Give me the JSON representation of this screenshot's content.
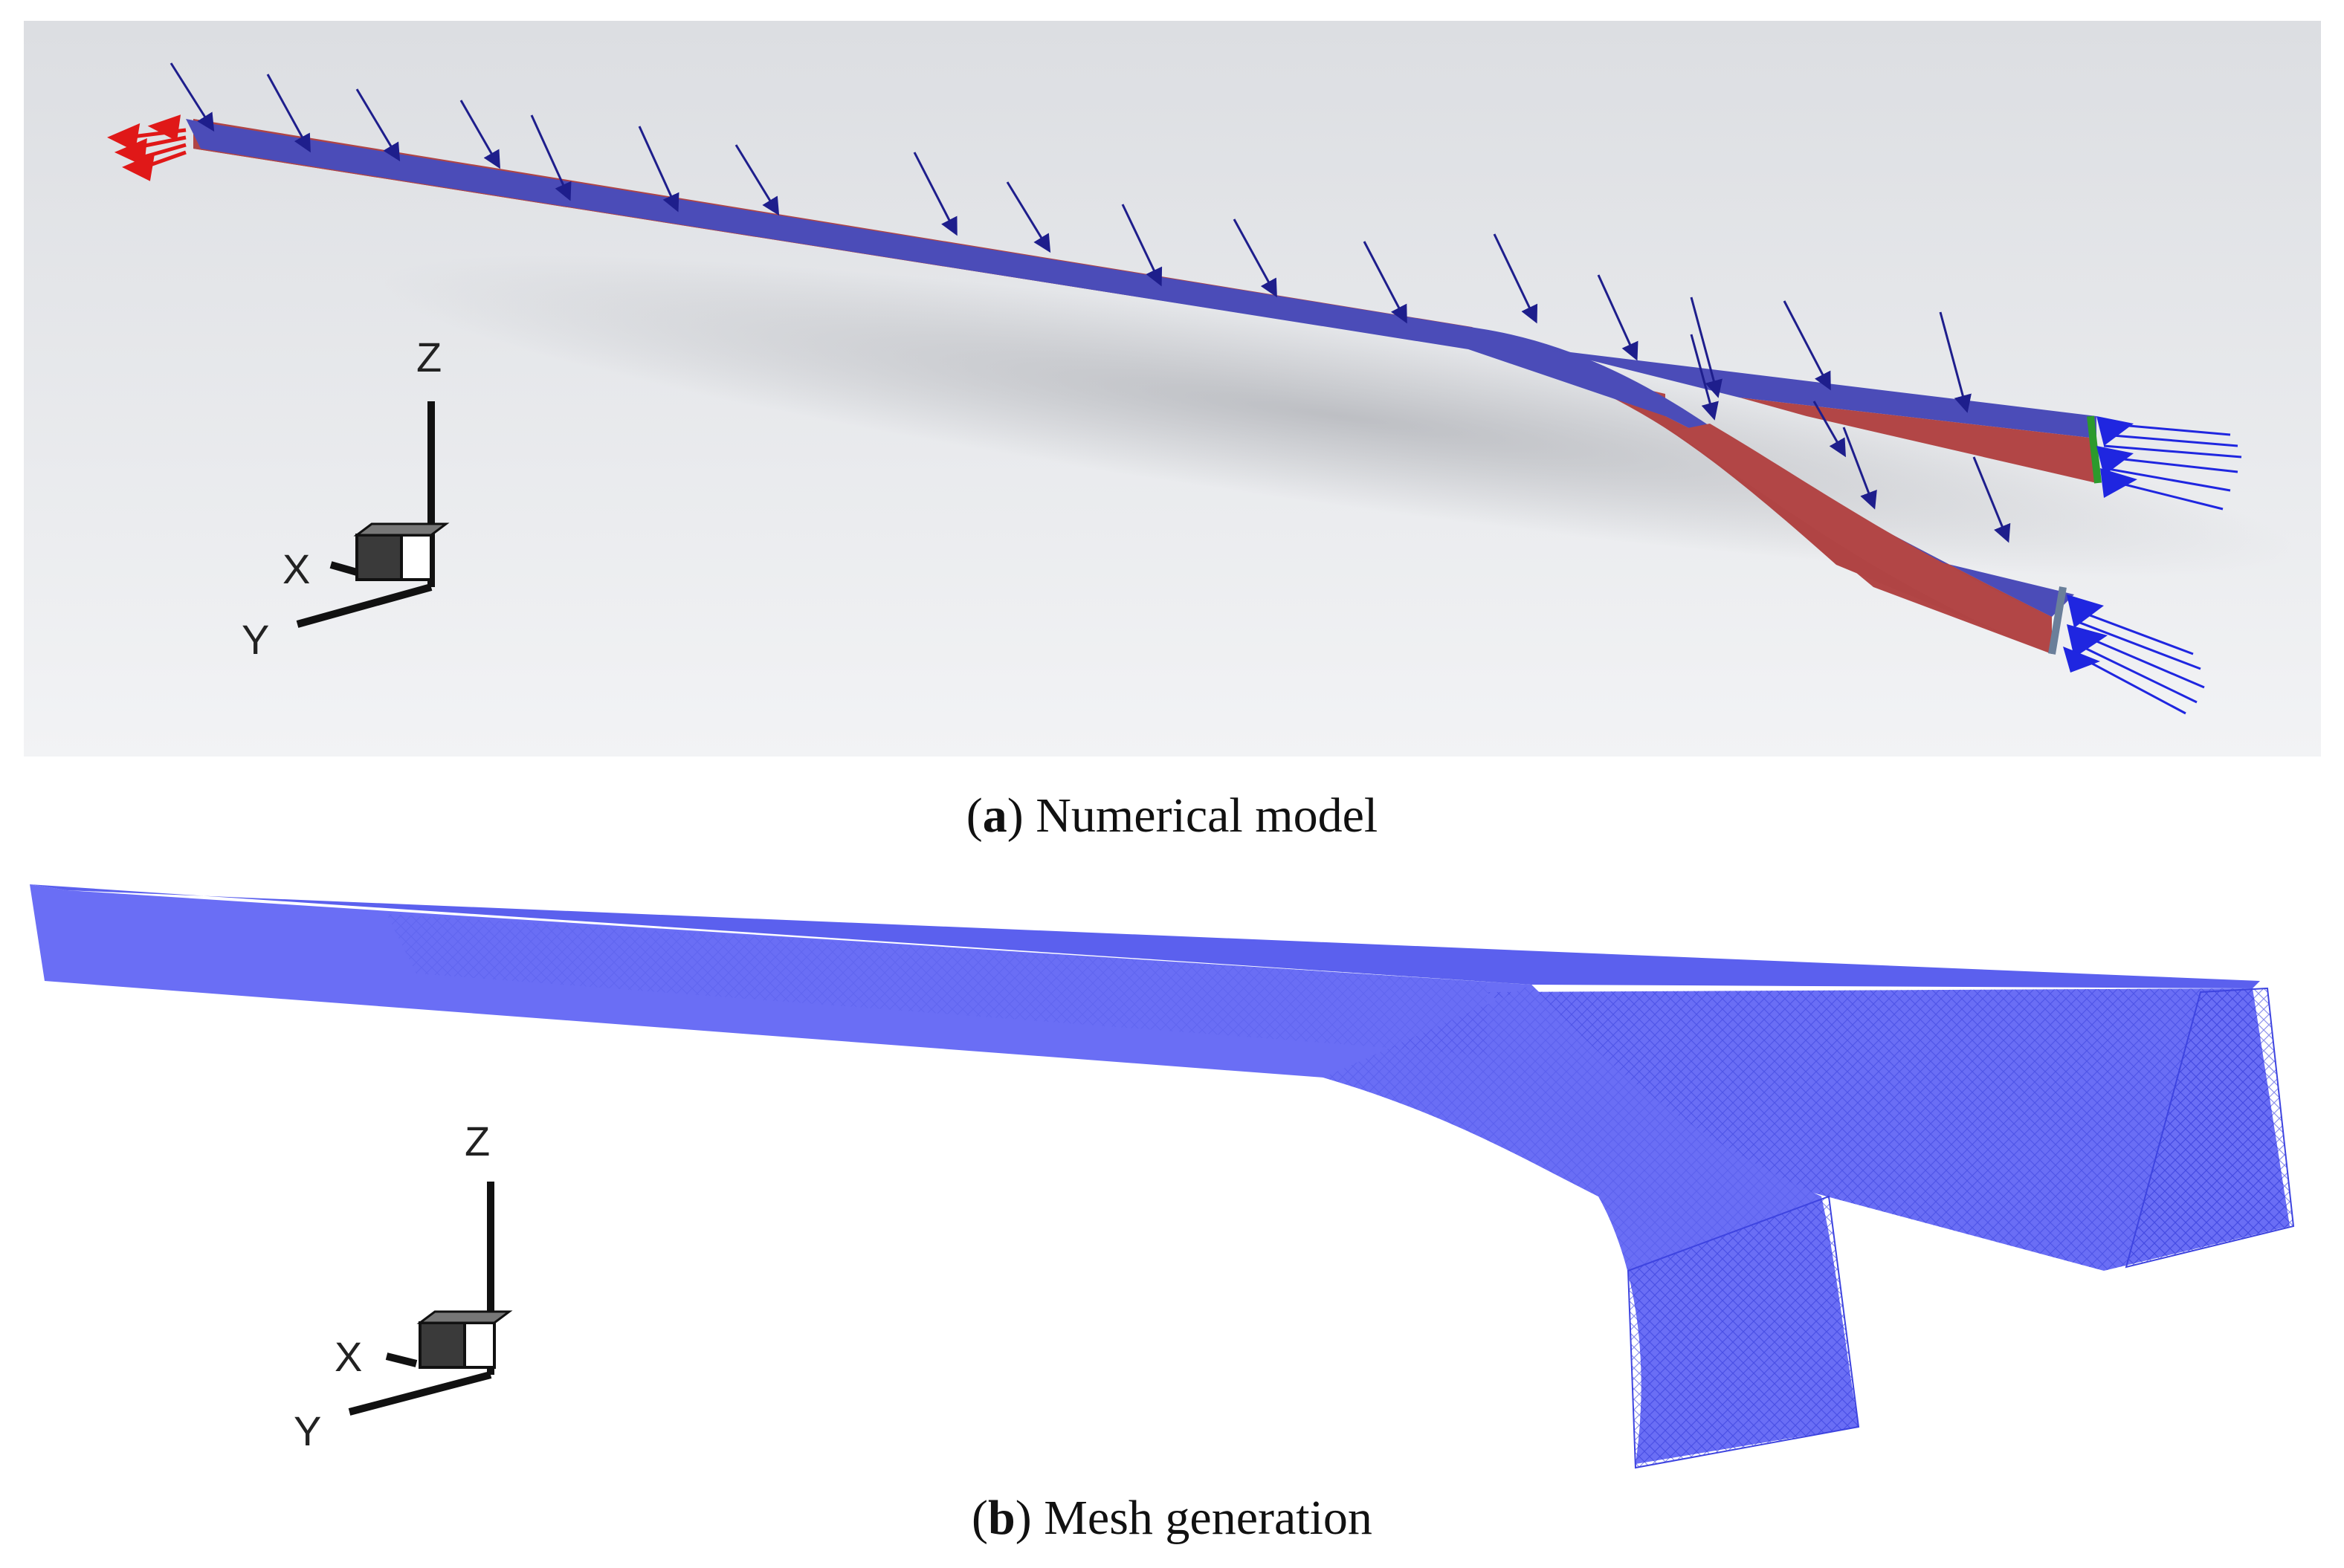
{
  "panels": [
    {
      "id": "a",
      "caption_letter": "a",
      "caption_text": "Numerical model",
      "axes_labels": {
        "z": "Z",
        "x": "X",
        "y": "Y"
      },
      "colors": {
        "top_face": "#4f4fb8",
        "side_face": "#b24646",
        "inlet_arrows": "#e01818",
        "outlet_arrows": "#1f26e0",
        "load_arrows": "#1e1e8c",
        "background": "#e3e5e8"
      },
      "icons": [
        "load-arrow-icon",
        "inlet-arrow-icon",
        "outlet-arrow-icon",
        "axis-triad-icon"
      ]
    },
    {
      "id": "b",
      "caption_letter": "b",
      "caption_text": "Mesh generation",
      "axes_labels": {
        "z": "Z",
        "x": "X",
        "y": "Y"
      },
      "colors": {
        "mesh_face": "#6a6ef5",
        "mesh_line": "#4a4fe6",
        "background": "#ffffff"
      },
      "icons": [
        "axis-triad-icon"
      ]
    }
  ]
}
